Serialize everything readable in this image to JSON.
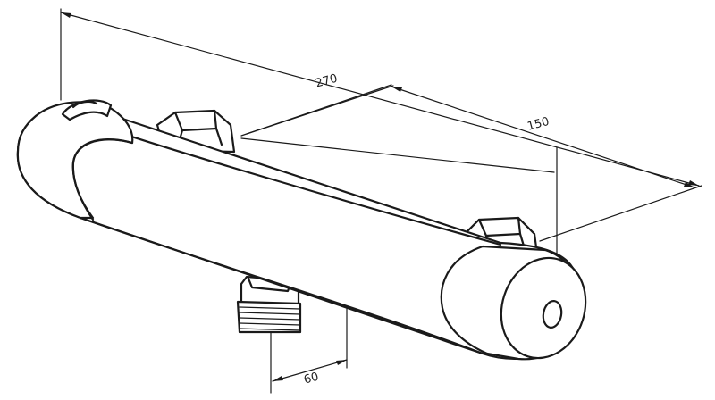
{
  "dimensions": {
    "overall_length": "270",
    "inlet_spacing": "150",
    "outlet_offset": "60"
  },
  "colors": {
    "stroke": "#1a1a1a",
    "background": "#ffffff"
  }
}
